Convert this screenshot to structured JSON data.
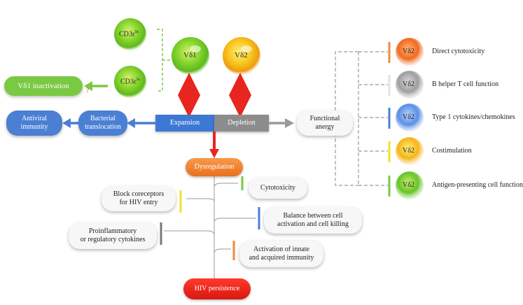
{
  "cells": {
    "cd3_hi": "CD3ε",
    "cd3_hi_sup": "hi",
    "cd3_lo": "CD3ε",
    "cd3_lo_sup": "lo",
    "vd1": "Vδ1",
    "vd2": "Vδ2"
  },
  "left": {
    "vd1_inactivation": "Vδ1 inactivation",
    "question_mark": "?",
    "antiviral_line1": "Antiviral",
    "antiviral_line2": "immunity",
    "bacterial_line1": "Bacterial",
    "bacterial_line2": "translocation"
  },
  "center": {
    "expansion": "Expansion",
    "depletion": "Depletion",
    "functional_anergy_line1": "Functional",
    "functional_anergy_line2": "anergy",
    "dysregulation": "Dysregulation",
    "hiv_persistence": "HIV persistence"
  },
  "outcomes": {
    "block_line1": "Block coreceptors",
    "block_line2": "for HIV entry",
    "cytotoxicity": "Cytotoxicity",
    "balance_line1": "Balance between cell",
    "balance_line2": "activation and cell killing",
    "proinflam_line1": "Proinflammatory",
    "proinflam_line2": "or regulatory cytokines",
    "activation_line1": "Activation of innate",
    "activation_line2": "and acquired immunity"
  },
  "functions": {
    "cell_label": "Vδ2",
    "items": [
      "Direct cytotoxicity",
      "B helper T cell function",
      "Type 1 cytokines/chemokines",
      "Costimulation",
      "Antigen-presenting cell function"
    ]
  },
  "colors": {
    "green": "#7ac943",
    "orange": "#f08a3a",
    "blue": "#4a7fd4",
    "gray": "#9a9a9a",
    "red": "#e8251f",
    "yellow": "#f2e22a"
  }
}
